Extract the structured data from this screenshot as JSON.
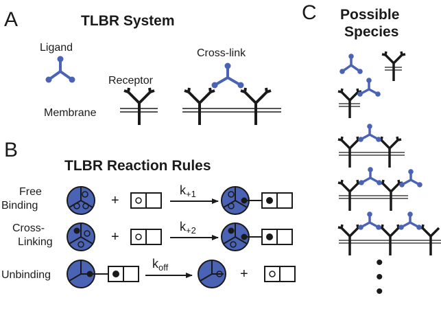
{
  "panels": {
    "a": {
      "letter": "A",
      "title": "TLBR System",
      "labels": {
        "ligand": "Ligand",
        "receptor": "Receptor",
        "crosslink": "Cross-link",
        "membrane": "Membrane"
      }
    },
    "b": {
      "letter": "B",
      "title": "TLBR Reaction Rules",
      "rules": [
        {
          "label_line1": "Free",
          "label_line2": "Binding",
          "rate_main": "k",
          "rate_sub": "+1"
        },
        {
          "label_line1": "Cross-",
          "label_line2": "Linking",
          "rate_main": "k",
          "rate_sub": "+2"
        },
        {
          "label_line1": "Unbinding",
          "label_line2": "",
          "rate_main": "k",
          "rate_sub": "off"
        }
      ],
      "plus": "+"
    },
    "c": {
      "letter": "C",
      "title_line1": "Possible",
      "title_line2": "Species",
      "ellipsis": "•"
    }
  },
  "colors": {
    "ligand_blue": "#4a63b5",
    "ink": "#1a1a1a",
    "white": "#ffffff"
  },
  "icons": [
    "ligand-icon",
    "receptor-icon",
    "membrane-icon",
    "ligand-circle-icon",
    "receptor-box-icon",
    "reaction-arrow-icon"
  ]
}
